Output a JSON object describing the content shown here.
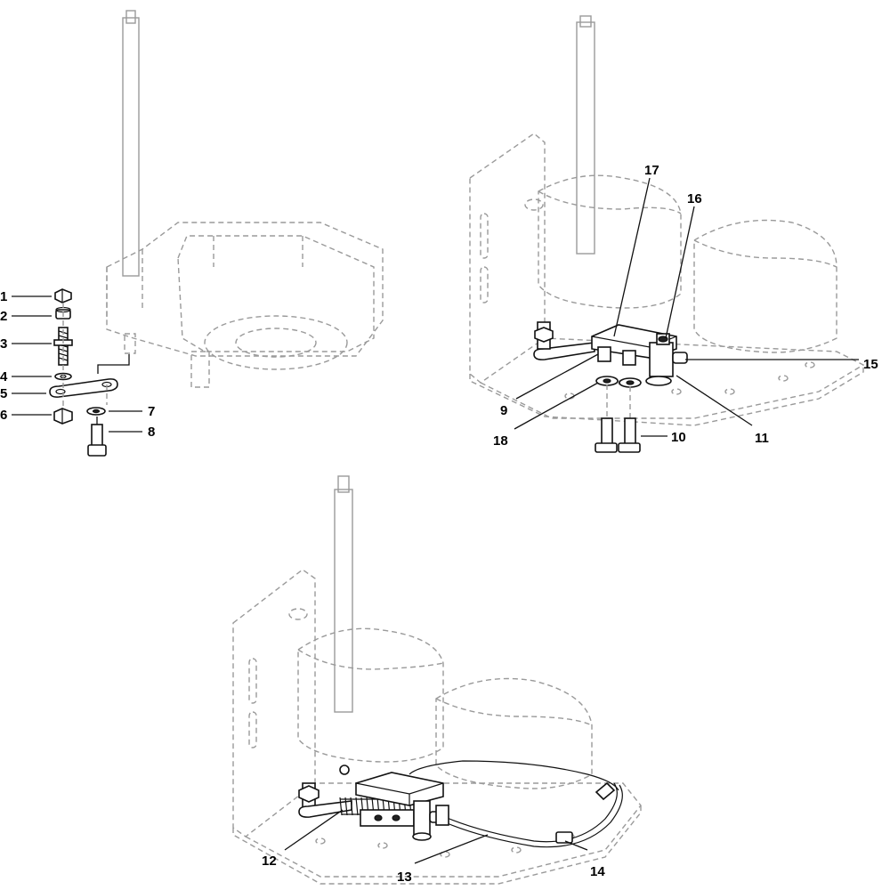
{
  "callouts": {
    "c1": "1",
    "c2": "2",
    "c3": "3",
    "c4": "4",
    "c5": "5",
    "c6": "6",
    "c7": "7",
    "c8": "8",
    "c9": "9",
    "c10": "10",
    "c11": "11",
    "c12": "12",
    "c13": "13",
    "c14": "14",
    "c15": "15",
    "c16": "16",
    "c17": "17",
    "c18": "18"
  },
  "colors": {
    "line": "#111111",
    "ghost": "#9a9a9a",
    "background": "#ffffff"
  }
}
